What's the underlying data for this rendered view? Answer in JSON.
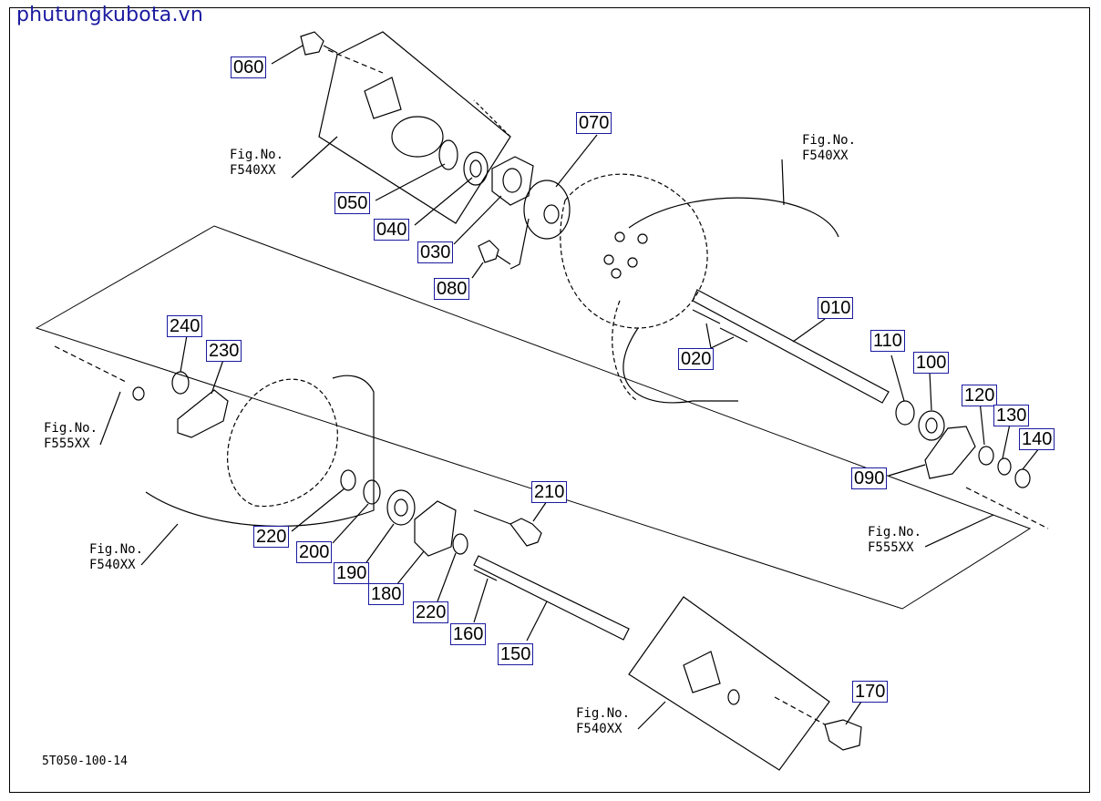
{
  "site_title": "phutungkubota.vn",
  "diagram_code": "5T050-100-14",
  "part_labels": [
    {
      "id": "060",
      "text": "060"
    },
    {
      "id": "070",
      "text": "070"
    },
    {
      "id": "050",
      "text": "050"
    },
    {
      "id": "040",
      "text": "040"
    },
    {
      "id": "030",
      "text": "030"
    },
    {
      "id": "080",
      "text": "080"
    },
    {
      "id": "010",
      "text": "010"
    },
    {
      "id": "020",
      "text": "020"
    },
    {
      "id": "110",
      "text": "110"
    },
    {
      "id": "100",
      "text": "100"
    },
    {
      "id": "120",
      "text": "120"
    },
    {
      "id": "130",
      "text": "130"
    },
    {
      "id": "140",
      "text": "140"
    },
    {
      "id": "090",
      "text": "090"
    },
    {
      "id": "240",
      "text": "240"
    },
    {
      "id": "230",
      "text": "230"
    },
    {
      "id": "210",
      "text": "210"
    },
    {
      "id": "220a",
      "text": "220"
    },
    {
      "id": "200",
      "text": "200"
    },
    {
      "id": "190",
      "text": "190"
    },
    {
      "id": "180",
      "text": "180"
    },
    {
      "id": "220b",
      "text": "220"
    },
    {
      "id": "160",
      "text": "160"
    },
    {
      "id": "150",
      "text": "150"
    },
    {
      "id": "170",
      "text": "170"
    }
  ],
  "fig_refs": [
    {
      "id": "fig-top-left",
      "line1": "Fig.No.",
      "line2": "F540XX"
    },
    {
      "id": "fig-top-right",
      "line1": "Fig.No.",
      "line2": "F540XX"
    },
    {
      "id": "fig-mid-left",
      "line1": "Fig.No.",
      "line2": "F555XX"
    },
    {
      "id": "fig-mid-right",
      "line1": "Fig.No.",
      "line2": "F555XX"
    },
    {
      "id": "fig-low-left",
      "line1": "Fig.No.",
      "line2": "F540XX"
    },
    {
      "id": "fig-bottom",
      "line1": "Fig.No.",
      "line2": "F540XX"
    }
  ],
  "colors": {
    "label_border": "#1a1aa0",
    "line": "#000000",
    "site_title": "#1a1aa0"
  }
}
